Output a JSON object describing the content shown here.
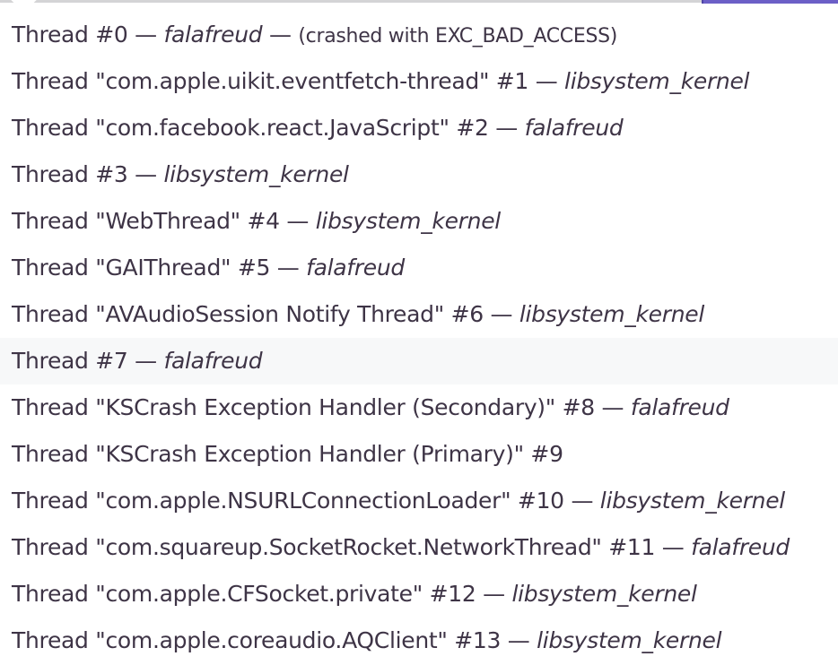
{
  "dropdown": {
    "accent_color": "#6c5fc7",
    "text_color": "#3e3446",
    "highlight_color": "#f7f8f9",
    "highlighted_index": 7,
    "items": [
      {
        "label": "Thread #0",
        "sep": " — ",
        "lib": "falafreud",
        "note_sep": " — ",
        "note": "(crashed with EXC_BAD_ACCESS)"
      },
      {
        "label": "Thread \"com.apple.uikit.eventfetch-thread\" #1",
        "sep": " — ",
        "lib": "libsystem_kernel"
      },
      {
        "label": "Thread \"com.facebook.react.JavaScript\" #2",
        "sep": " — ",
        "lib": "falafreud"
      },
      {
        "label": "Thread #3",
        "sep": " — ",
        "lib": "libsystem_kernel"
      },
      {
        "label": "Thread \"WebThread\" #4",
        "sep": " — ",
        "lib": "libsystem_kernel"
      },
      {
        "label": "Thread \"GAIThread\" #5",
        "sep": " — ",
        "lib": "falafreud"
      },
      {
        "label": "Thread \"AVAudioSession Notify Thread\" #6",
        "sep": " — ",
        "lib": "libsystem_kernel"
      },
      {
        "label": "Thread #7",
        "sep": " — ",
        "lib": "falafreud"
      },
      {
        "label": "Thread \"KSCrash Exception Handler (Secondary)\" #8",
        "sep": " — ",
        "lib": "falafreud"
      },
      {
        "label": "Thread \"KSCrash Exception Handler (Primary)\" #9"
      },
      {
        "label": "Thread \"com.apple.NSURLConnectionLoader\" #10",
        "sep": " — ",
        "lib": "libsystem_kernel"
      },
      {
        "label": "Thread \"com.squareup.SocketRocket.NetworkThread\" #11",
        "sep": " — ",
        "lib": "falafreud"
      },
      {
        "label": "Thread \"com.apple.CFSocket.private\" #12",
        "sep": " — ",
        "lib": "libsystem_kernel"
      },
      {
        "label": "Thread \"com.apple.coreaudio.AQClient\" #13",
        "sep": " — ",
        "lib": "libsystem_kernel"
      }
    ]
  }
}
